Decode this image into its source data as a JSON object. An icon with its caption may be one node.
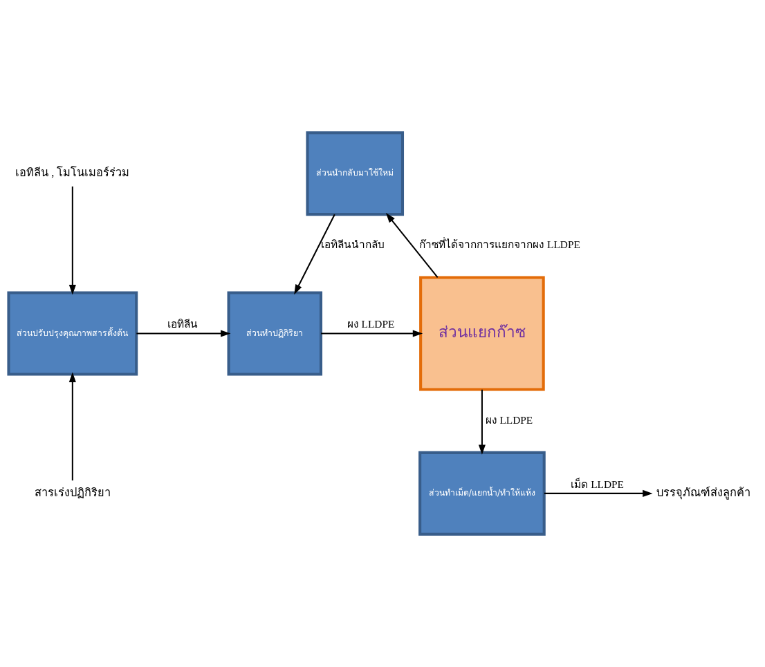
{
  "diagram": {
    "nodes": [
      {
        "text": [
          "เอทิลีน , โมโนเมอร์ร่วม"
        ]
      },
      {
        "text": [
          "สารเร่งปฏิกิริยา"
        ]
      },
      {
        "text": [
          "ส่วนปรับปรุงคุณภาพสารตั้งต้น"
        ]
      },
      {
        "text": [
          "ส่วนทำปฏิกิริยา"
        ]
      },
      {
        "text": [
          "ส่วนแยกก๊าซ"
        ]
      },
      {
        "text": [
          "ส่วนนำกลับมาใช้ใหม่"
        ]
      },
      {
        "text": [
          "ส่วนทำเม็ด/แยกน้ำ/ทำให้แห้ง"
        ]
      },
      {
        "text": [
          "บรรจุภัณฑ์ส่งลูกค้า"
        ]
      }
    ],
    "edges": [
      {
        "from": 0,
        "to": 2,
        "arrow": "to"
      },
      {
        "from": 1,
        "to": 2,
        "arrow": "to"
      },
      {
        "from": 2,
        "to": 3,
        "arrow": "to",
        "label": "เอทิลีน"
      },
      {
        "from": 3,
        "to": 4,
        "arrow": "to",
        "label": "ผง LLDPE"
      },
      {
        "from": 4,
        "to": 5,
        "arrow": "to",
        "label": "ก๊าซที่ได้จากการแยกจากผง LLDPE"
      },
      {
        "from": 5,
        "to": 3,
        "arrow": "to",
        "label": "เอทิลีนนำกลับ"
      },
      {
        "from": 4,
        "to": 6,
        "arrow": "to",
        "label": "ผง LLDPE"
      },
      {
        "from": 6,
        "to": 7,
        "arrow": "to",
        "label": "เม็ด LLDPE"
      }
    ]
  }
}
